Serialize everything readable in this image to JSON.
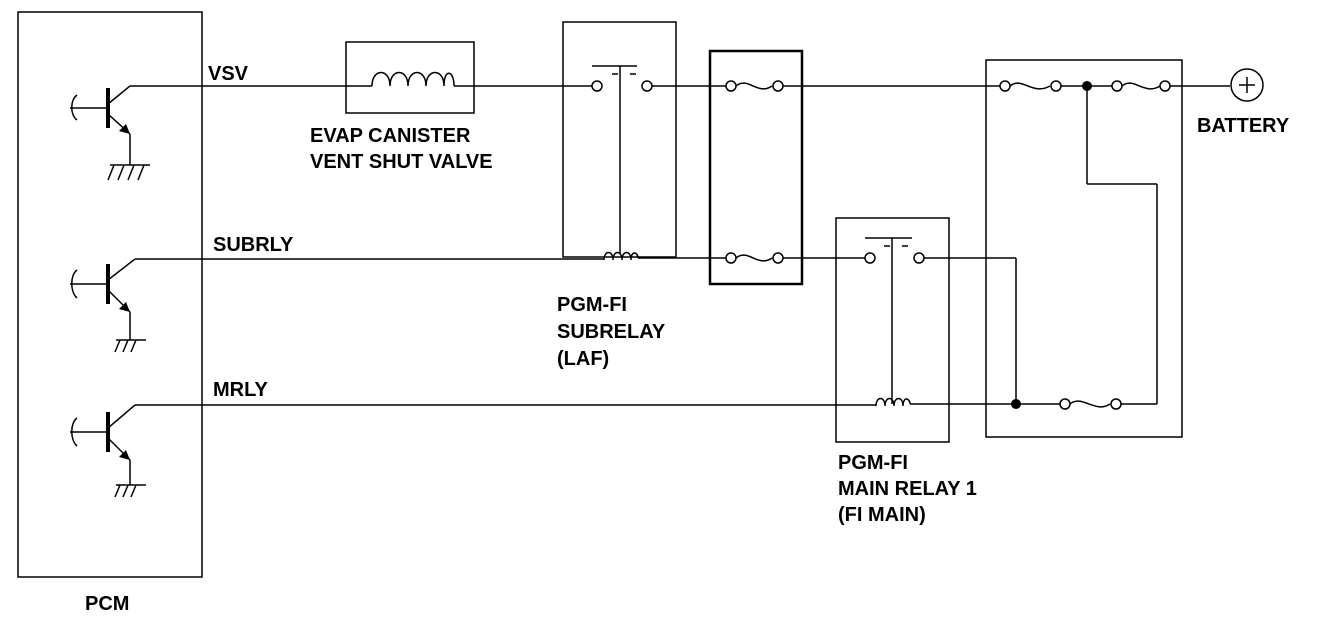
{
  "labels": {
    "pcm": "PCM",
    "vsv": "VSV",
    "subrly": "SUBRLY",
    "mrly": "MRLY",
    "evap_line1": "EVAP CANISTER",
    "evap_line2": "VENT SHUT VALVE",
    "subrelay_line1": "PGM-FI",
    "subrelay_line2": "SUBRELAY",
    "subrelay_line3": "(LAF)",
    "mainrelay_line1": "PGM-FI",
    "mainrelay_line2": "MAIN RELAY 1",
    "mainrelay_line3": "(FI MAIN)",
    "battery": "BATTERY"
  },
  "icons": {
    "battery_symbol": "plus-in-circle",
    "transistor": "npn-transistor",
    "ground": "ground-symbol",
    "fuse": "fuse-symbol",
    "coil": "relay-coil"
  }
}
